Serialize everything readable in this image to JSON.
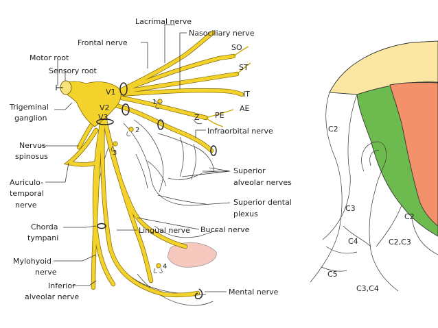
{
  "left_diagram": {
    "labels": {
      "lacrimal": "Lacrimal nerve",
      "frontal": "Frontal nerve",
      "nasociliary": "Nasociliary nerve",
      "so": "SO",
      "st": "ST",
      "it": "IT",
      "ae": "AE",
      "pe": "PE",
      "z": "Z",
      "motor_root": "Motor root",
      "sensory_root": "Sensory root",
      "trigeminal_1": "Trigeminal",
      "trigeminal_2": "ganglion",
      "v1": "V1",
      "v2": "V2",
      "v3": "V3",
      "n1": "1",
      "n2": "2",
      "n3": "3",
      "n4": "4",
      "infraorbital": "Infraorbital nerve",
      "nervus_1": "Nervus",
      "nervus_2": "spinosus",
      "auriculo_1": "Auriculo-",
      "auriculo_2": "temporal",
      "auriculo_3": "nerve",
      "sup_alv_1": "Superior",
      "sup_alv_2": "alveolar nerves",
      "sup_dental_1": "Superior dental",
      "sup_dental_2": "plexus",
      "chorda_1": "Chorda",
      "chorda_2": "tympani",
      "lingual": "Lingual nerve",
      "buccal": "Buccal nerve",
      "mylohyoid_1": "Mylohyoid",
      "mylohyoid_2": "nerve",
      "inf_alv_1": "Inferior",
      "inf_alv_2": "alveolar nerve",
      "mental": "Mental nerve"
    }
  },
  "right_diagram": {
    "labels": {
      "c2_top": "C2",
      "c2_lower": "C2",
      "c3": "C3",
      "c4": "C4",
      "c5": "C5",
      "c2c3": "C2,C3",
      "c3c4": "C3,C4"
    },
    "colors": {
      "v1_zone": "#fbe7a1",
      "v2_zone": "#6dbb4f",
      "v3_zone": "#f3926a",
      "nerve": "#f3d22c"
    }
  }
}
